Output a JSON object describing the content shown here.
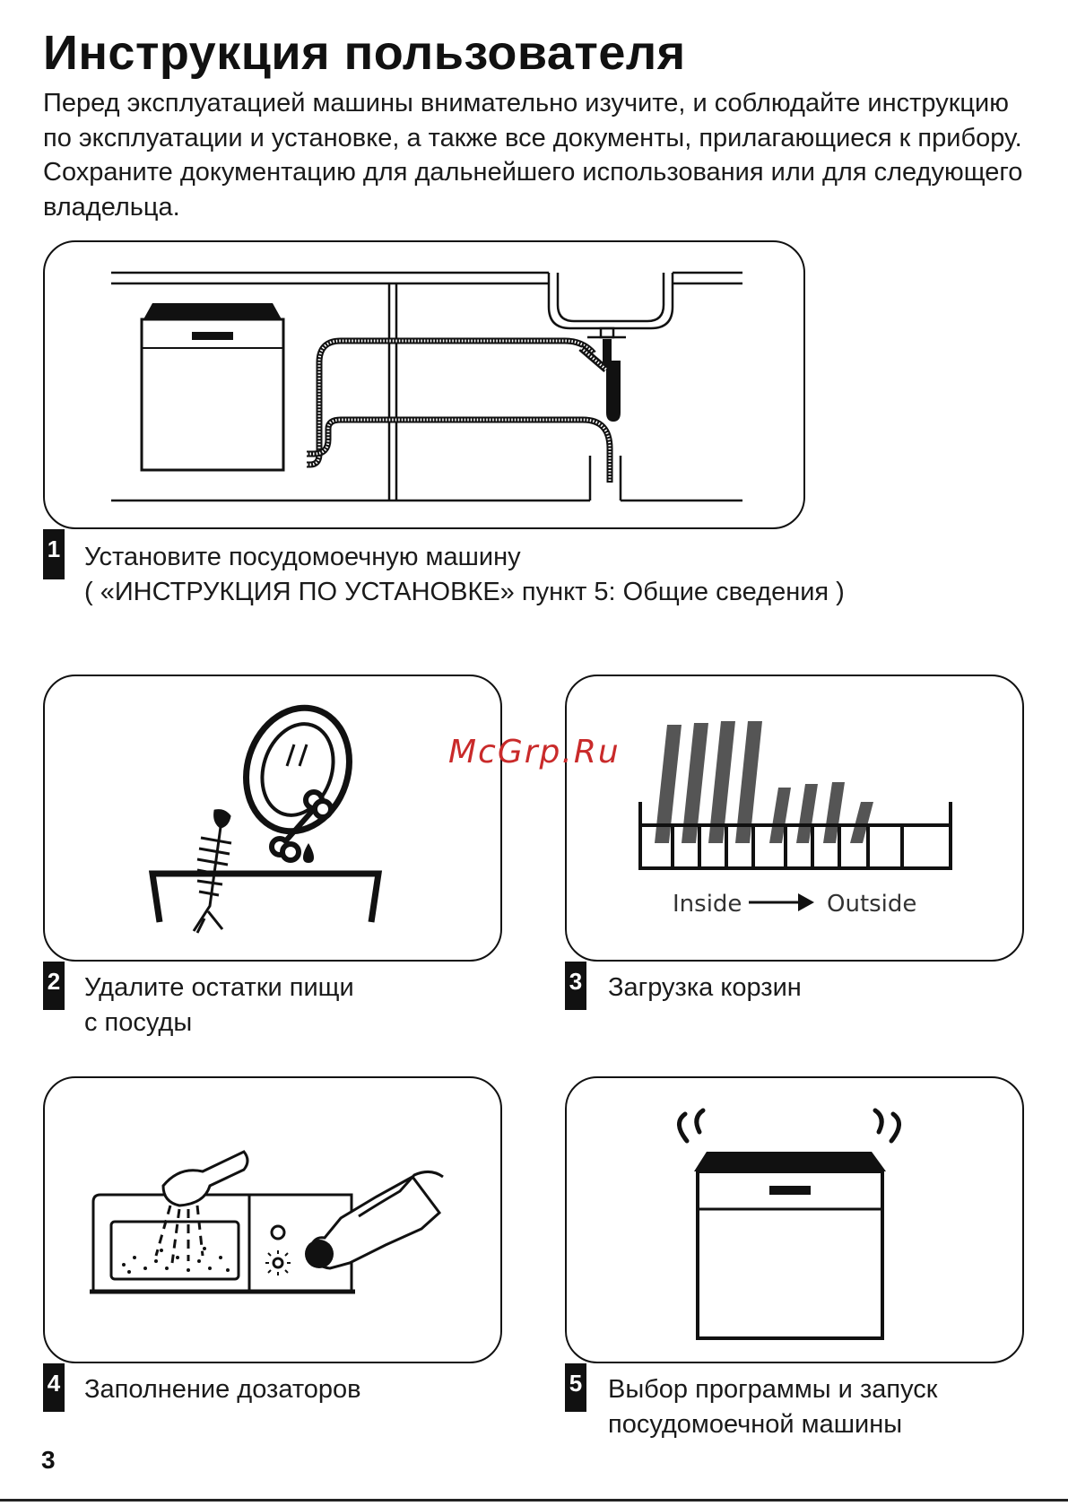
{
  "header": {
    "title": "Инструкция пользователя",
    "intro": "Перед эксплуатацией машины внимательно изучите, и соблюдайте инструкцию по эксплуатации и установке, а также все документы, прилагающиеся к прибору. Сохраните документацию для дальнейшего использования или для следующего владельца."
  },
  "steps": [
    {
      "number": "1",
      "lines": [
        "Установите посудомоечную машину",
        "( «ИНСТРУКЦИЯ ПО УСТАНОВКЕ» пункт 5: Общие сведения )"
      ]
    },
    {
      "number": "2",
      "lines": [
        "Удалите остатки пищи",
        "с посуды"
      ]
    },
    {
      "number": "3",
      "lines": [
        "Загрузка корзин"
      ]
    },
    {
      "number": "4",
      "lines": [
        "Заполнение дозаторов"
      ]
    },
    {
      "number": "5",
      "lines": [
        "Выбор программы и запуск",
        "посудомоечной машины"
      ]
    }
  ],
  "illustrations": {
    "rack_inside_label": "Inside",
    "rack_outside_label": "Outside"
  },
  "watermark": "McGrp.Ru",
  "page_number": "3"
}
